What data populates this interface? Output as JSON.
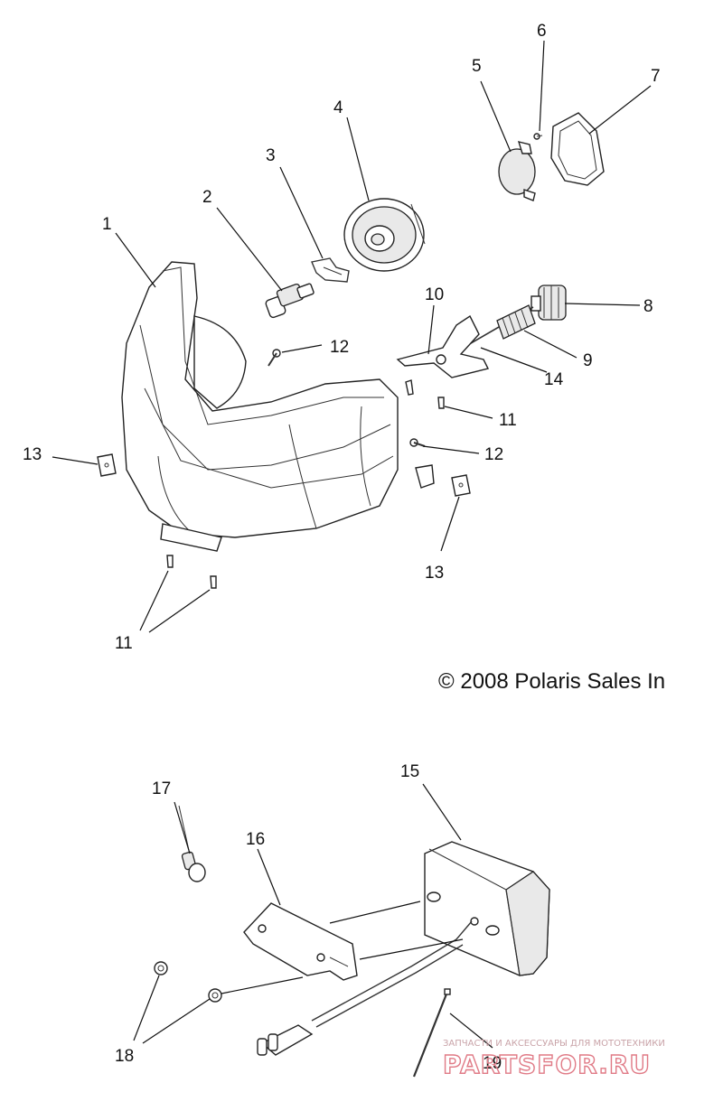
{
  "diagram": {
    "callouts": [
      "1",
      "2",
      "3",
      "4",
      "5",
      "6",
      "7",
      "8",
      "9",
      "10",
      "11",
      "12",
      "13",
      "14",
      "15",
      "16",
      "17",
      "18",
      "19"
    ],
    "copyright": "© 2008 Polaris Sales In",
    "watermark": {
      "tagline": "ЗАПЧАСТИ И АКСЕССУАРЫ ДЛЯ МОТОТЕХНИКИ",
      "brand": "PARTSFOR.RU"
    }
  }
}
